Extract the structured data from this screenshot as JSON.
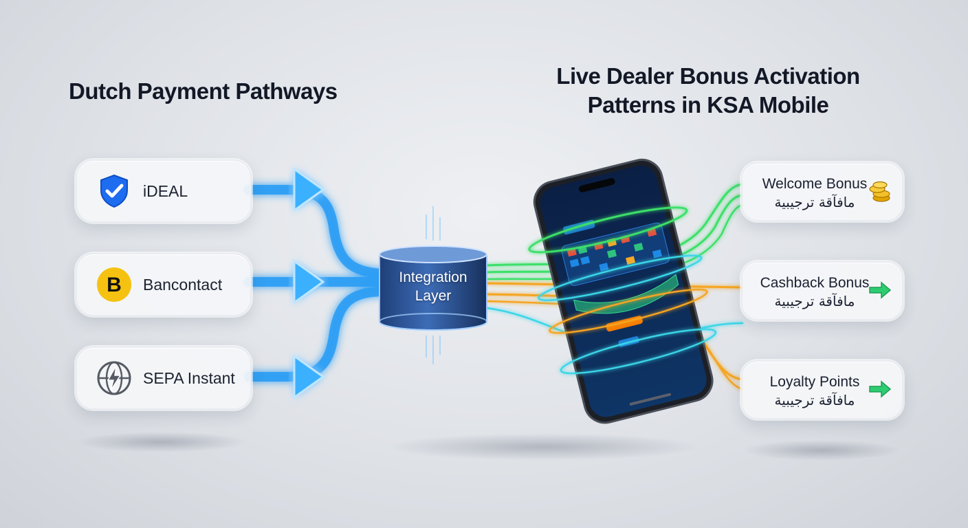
{
  "left_title": "Dutch Payment Pathways",
  "right_title": [
    "Live Dealer Bonus Activation",
    "Patterns in KSA Mobile"
  ],
  "payment_methods": [
    {
      "label": "iDEAL",
      "icon": "shield-check-icon",
      "color": "#1e6cf0"
    },
    {
      "label": "Bancontact",
      "icon": "bancontact-b-icon",
      "color": "#f5c211"
    },
    {
      "label": "SEPA Instant",
      "icon": "globe-lightning-icon",
      "color": "#555a63"
    }
  ],
  "integration_layer": {
    "label_line1": "Integration",
    "label_line2": "Layer"
  },
  "bonuses": [
    {
      "label": "Welcome Bonus",
      "arabic": "مافآقة ترجيبية",
      "icon": "gold-coins-icon",
      "color": "#2ecc71"
    },
    {
      "label": "Cashback Bonus",
      "arabic": "مافآقة ترجيبية",
      "icon": "green-arrow-icon",
      "color": "#f0a020"
    },
    {
      "label": "Loyalty Points",
      "arabic": "مافآقة ترجيبية",
      "icon": "green-arrow-icon",
      "color": "#f0a020"
    }
  ],
  "colors": {
    "flow_blue": "#2a9df4",
    "flow_green": "#3ee06a",
    "flow_orange": "#f5a524",
    "phone_screen": "#0e2a55"
  }
}
